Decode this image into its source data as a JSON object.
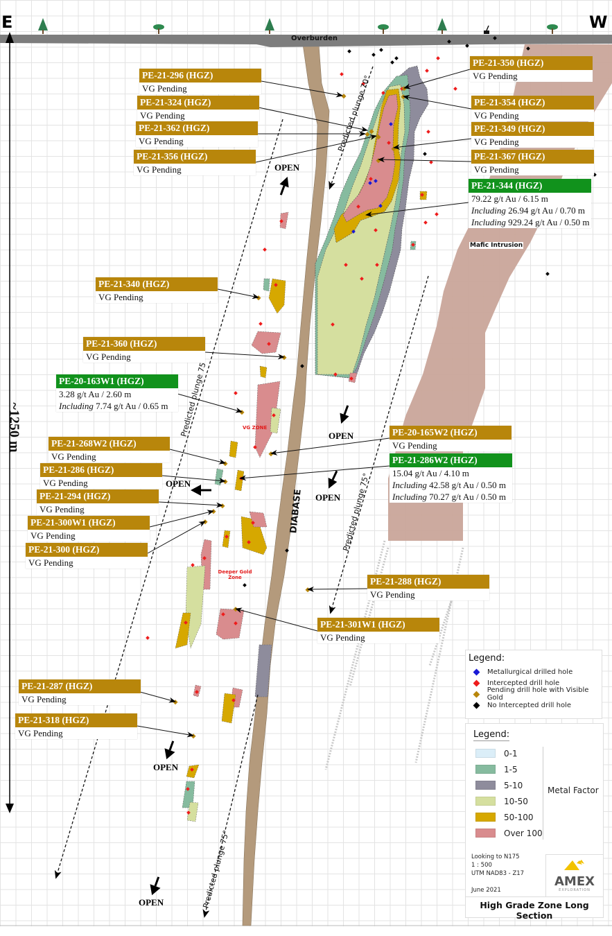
{
  "header": {
    "east_label": "E",
    "west_label": "W",
    "overburden_label": "Overburden"
  },
  "scale_bar": {
    "label": "~1250 m"
  },
  "geology_labels": {
    "diabase": "DIABASE",
    "mafic_intrusion": "Mafic Intrusion",
    "vg_zone": "VG ZONE",
    "deeper_gold_zone_line1": "Deeper Gold",
    "deeper_gold_zone_line2": "Zone"
  },
  "plunge_labels": {
    "upper": "Predicted plunge 70°",
    "left": "Predicted plunge 75°",
    "right": "Predicted plunge 75°",
    "bottom": "Predicted plunge 75°"
  },
  "open_labels": [
    "OPEN",
    "OPEN",
    "OPEN",
    "OPEN",
    "OPEN",
    "OPEN"
  ],
  "callouts": [
    {
      "id": "PE-21-296",
      "title": "PE-21-296 (HGZ)",
      "style": "gold",
      "lines": [
        "VG Pending"
      ]
    },
    {
      "id": "PE-21-324",
      "title": "PE-21-324 (HGZ)",
      "style": "gold",
      "lines": [
        "VG Pending"
      ]
    },
    {
      "id": "PE-21-362",
      "title": "PE-21-362 (HGZ)",
      "style": "gold",
      "lines": [
        "VG Pending"
      ]
    },
    {
      "id": "PE-21-356",
      "title": "PE-21-356 (HGZ)",
      "style": "gold",
      "lines": [
        "VG Pending"
      ]
    },
    {
      "id": "PE-21-350",
      "title": "PE-21-350 (HGZ)",
      "style": "gold",
      "lines": [
        "VG Pending"
      ]
    },
    {
      "id": "PE-21-354",
      "title": "PE-21-354 (HGZ)",
      "style": "gold",
      "lines": [
        "VG Pending"
      ]
    },
    {
      "id": "PE-21-349",
      "title": "PE-21-349 (HGZ)",
      "style": "gold",
      "lines": [
        "VG Pending"
      ]
    },
    {
      "id": "PE-21-367",
      "title": "PE-21-367 (HGZ)",
      "style": "gold",
      "lines": [
        "VG Pending"
      ]
    },
    {
      "id": "PE-21-344",
      "title": "PE-21-344 (HGZ)",
      "style": "green",
      "lines": [
        "79.22 g/t Au / 6.15 m"
      ],
      "including": [
        {
          "prefix": "Including",
          "text": " 26.94 g/t Au / 0.70 m"
        },
        {
          "prefix": "Including",
          "text": " 929.24 g/t Au / 0.50 m"
        }
      ]
    },
    {
      "id": "PE-21-340",
      "title": "PE-21-340 (HGZ)",
      "style": "gold",
      "lines": [
        "VG Pending"
      ]
    },
    {
      "id": "PE-21-360",
      "title": "PE-21-360 (HGZ)",
      "style": "gold",
      "lines": [
        "VG Pending"
      ]
    },
    {
      "id": "PE-20-163W1",
      "title": "PE-20-163W1 (HGZ)",
      "style": "green",
      "lines": [
        "3.28 g/t Au / 2.60 m"
      ],
      "including": [
        {
          "prefix": "Including",
          "text": " 7.74 g/t Au / 0.65 m"
        }
      ]
    },
    {
      "id": "PE-20-165W2",
      "title": "PE-20-165W2 (HGZ)",
      "style": "gold",
      "lines": [
        "VG Pending"
      ]
    },
    {
      "id": "PE-21-286W2",
      "title": "PE-21-286W2 (HGZ)",
      "style": "green",
      "lines": [
        "15.04 g/t Au / 4.10 m"
      ],
      "including": [
        {
          "prefix": "Including",
          "text": " 42.58 g/t Au / 0.50 m"
        },
        {
          "prefix": "Including",
          "text": " 70.27 g/t Au / 0.50 m"
        }
      ]
    },
    {
      "id": "PE-21-268W2",
      "title": "PE-21-268W2 (HGZ)",
      "style": "gold",
      "lines": [
        "VG Pending"
      ]
    },
    {
      "id": "PE-21-286",
      "title": "PE-21-286 (HGZ)",
      "style": "gold",
      "lines": [
        "VG Pending"
      ]
    },
    {
      "id": "PE-21-294",
      "title": "PE-21-294 (HGZ)",
      "style": "gold",
      "lines": [
        "VG Pending"
      ]
    },
    {
      "id": "PE-21-300W1",
      "title": "PE-21-300W1 (HGZ)",
      "style": "gold",
      "lines": [
        "VG Pending"
      ]
    },
    {
      "id": "PE-21-300",
      "title": "PE-21-300 (HGZ)",
      "style": "gold",
      "lines": [
        "VG Pending"
      ]
    },
    {
      "id": "PE-21-288",
      "title": "PE-21-288 (HGZ)",
      "style": "gold",
      "lines": [
        "VG Pending"
      ]
    },
    {
      "id": "PE-21-301W1",
      "title": "PE-21-301W1 (HGZ)",
      "style": "gold",
      "lines": [
        "VG Pending"
      ]
    },
    {
      "id": "PE-21-287",
      "title": "PE-21-287 (HGZ)",
      "style": "gold",
      "lines": [
        "VG Pending"
      ]
    },
    {
      "id": "PE-21-318",
      "title": "PE-21-318 (HGZ)",
      "style": "gold",
      "lines": [
        "VG Pending"
      ]
    }
  ],
  "legend_holes": {
    "title": "Legend:",
    "items": [
      {
        "label": "Metallurgical drilled hole",
        "color": "#1a1ad6"
      },
      {
        "label": "Intercepted drill hole",
        "color": "#ee1c1c"
      },
      {
        "label": "Pending drill hole with Visible Gold",
        "color": "#b8860b"
      },
      {
        "label": "No Intercepted drill hole",
        "color": "#000000"
      }
    ]
  },
  "legend_metal_factor": {
    "title": "Legend:",
    "group_label": "Metal Factor",
    "items": [
      {
        "label": "0-1",
        "color": "#dbeef8"
      },
      {
        "label": "1-5",
        "color": "#86bb9f"
      },
      {
        "label": "5-10",
        "color": "#8e8c9c"
      },
      {
        "label": "10-50",
        "color": "#d5df9f"
      },
      {
        "label": "50-100",
        "color": "#d6a800"
      },
      {
        "label": "Over 100",
        "color": "#d98c8e"
      }
    ]
  },
  "title_block": {
    "view": "Looking to N175",
    "scale": "1 : 500",
    "projection": "UTM NAD83 - Z17",
    "date": "June 2021",
    "logo_name": "AMEX",
    "logo_sub": "EXPLORATION",
    "title": "High Grade Zone Long Section"
  },
  "colors": {
    "gold_header": "#b8860b",
    "green_header": "#11921c",
    "diabase": "#b49a7c",
    "mafic_intrusion": "#c9a59a",
    "overburden": "#7d7d7d"
  }
}
